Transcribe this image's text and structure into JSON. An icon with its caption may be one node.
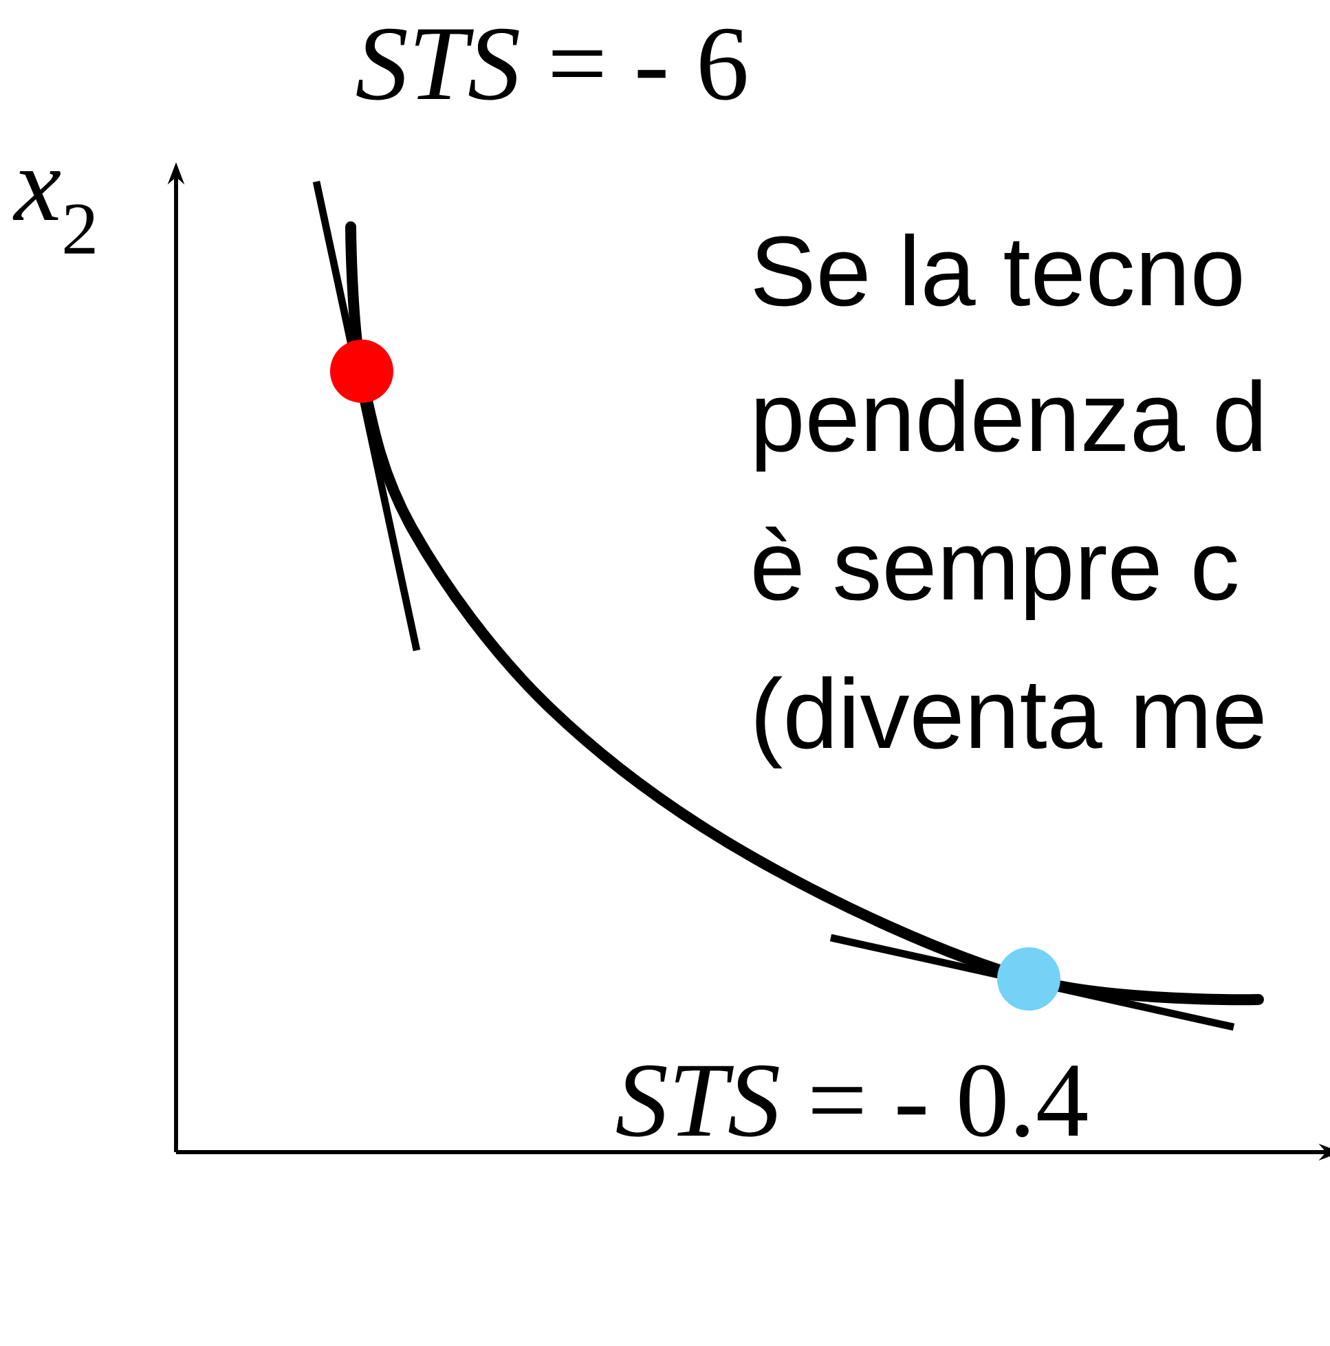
{
  "diagram": {
    "labels": [
      "*STS* = - 6",
      "*x*$_{2}$",
      "Se la tecno",
      "pendenza d",
      "è sempre c",
      "(diventa me",
      "*STS* = - 0.4"
    ]
  }
}
